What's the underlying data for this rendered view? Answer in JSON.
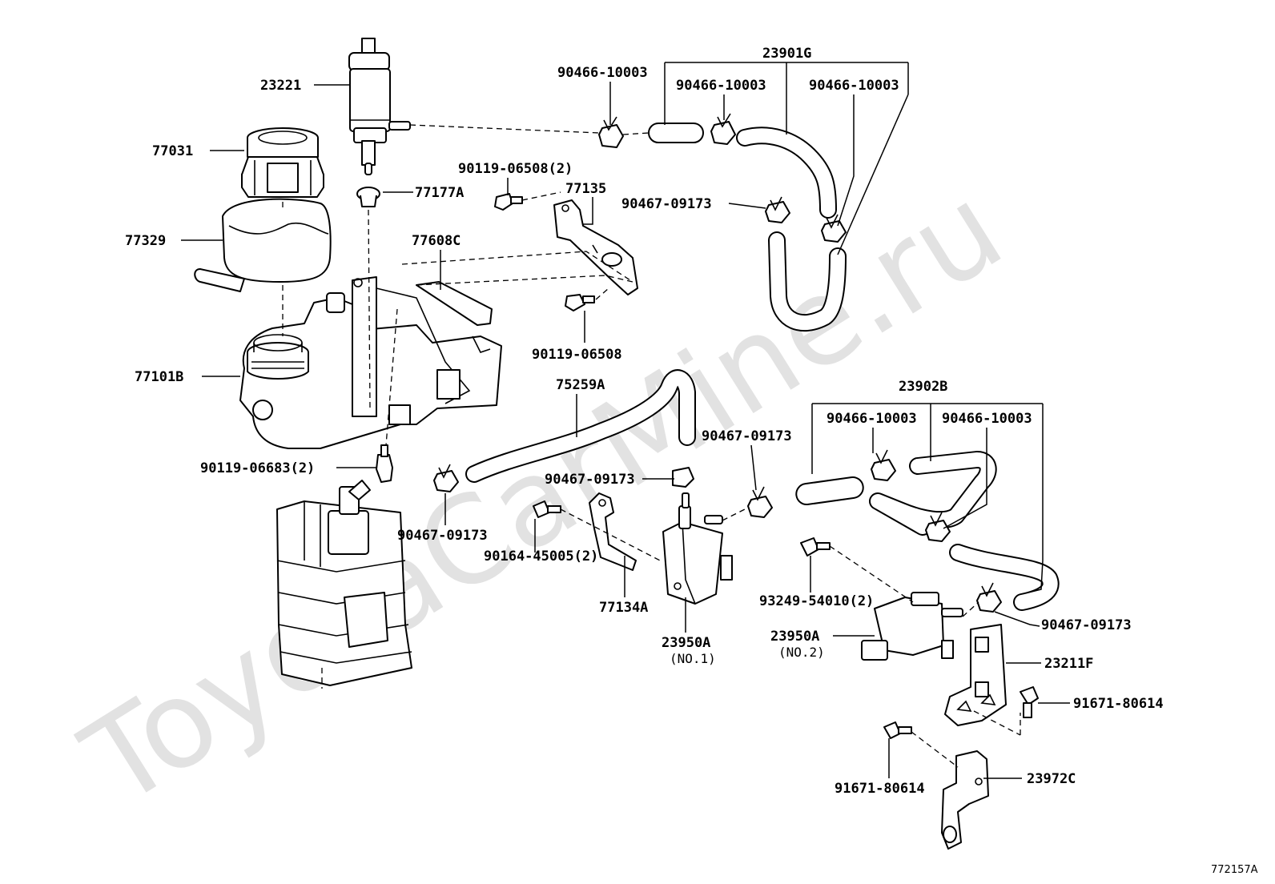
{
  "watermark": "ToyotaCarMine.ru",
  "diagram_ref": "772157A",
  "labels": {
    "l23221": "23221",
    "l77031": "77031",
    "l77177A": "77177A",
    "l77329": "77329",
    "l77608C": "77608C",
    "l77101B": "77101B",
    "l90119_06683": "90119-06683(2)",
    "l90119_06508_2": "90119-06508(2)",
    "l77135": "77135",
    "l90119_06508": "90119-06508",
    "l23901G": "23901G",
    "l90466_a": "90466-10003",
    "l90466_b": "90466-10003",
    "l90466_c": "90466-10003",
    "l90467_a": "90467-09173",
    "l75259A": "75259A",
    "l90467_b": "90467-09173",
    "l90467_c": "90467-09173",
    "l90467_d": "90467-09173",
    "l90164": "90164-45005(2)",
    "l77134A": "77134A",
    "l23950A_1": "23950A",
    "l23950A_1_sub": "(NO.1)",
    "l23902B": "23902B",
    "l90466_d": "90466-10003",
    "l90466_e": "90466-10003",
    "l90467_e": "90467-09173",
    "l93249": "93249-54010(2)",
    "l23950A_2": "23950A",
    "l23950A_2_sub": "(NO.2)",
    "l23211F": "23211F",
    "l91671_a": "91671-80614",
    "l91671_b": "91671-80614",
    "l23972C": "23972C"
  }
}
